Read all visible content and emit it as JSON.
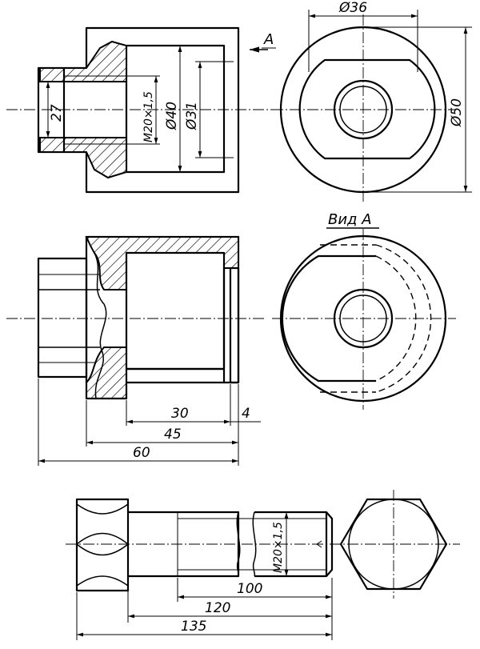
{
  "views": {
    "top_left": {
      "labels": {
        "d27": "27",
        "thread": "M20×1,5",
        "d40": "Ø40",
        "d31": "Ø31"
      }
    },
    "top_right": {
      "labels": {
        "d36": "Ø36",
        "d50": "Ø50"
      },
      "view_arrow_letter": "A"
    },
    "middle_left": {
      "labels": {
        "l30": "30",
        "l4": "4",
        "l45": "45",
        "l60": "60"
      }
    },
    "middle_right": {
      "title": "Вид А"
    },
    "bottom_bolt": {
      "labels": {
        "thread": "M20×1,5",
        "l100": "100",
        "l120": "120",
        "l135": "135"
      }
    }
  }
}
